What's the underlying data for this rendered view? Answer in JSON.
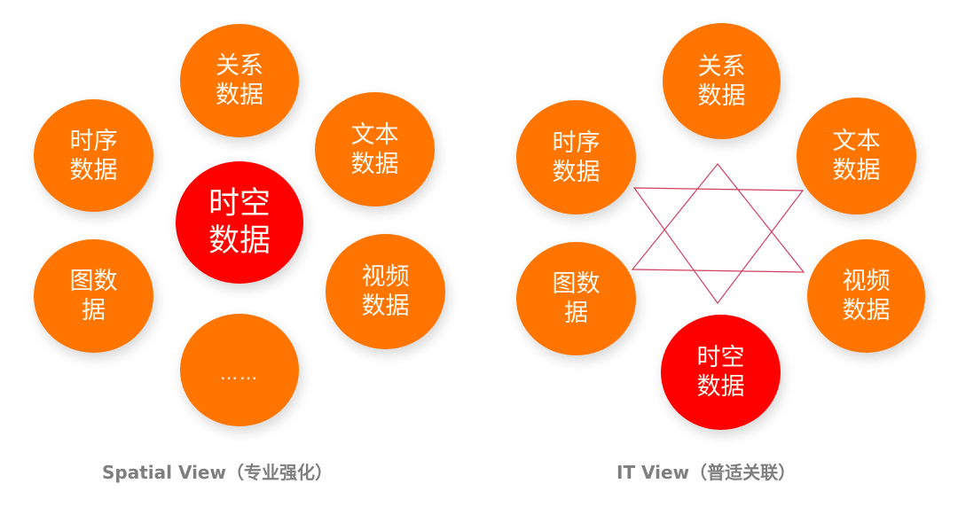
{
  "left_panel": {
    "caption": "Spatial View（专业强化）",
    "center_node": {
      "line1": "时空",
      "line2": "数据",
      "color": "#ff0000"
    },
    "nodes": [
      {
        "id": "relation",
        "line1": "关系",
        "line2": "数据",
        "color": "#ff7500"
      },
      {
        "id": "timeseries",
        "line1": "时序",
        "line2": "数据",
        "color": "#ff7500"
      },
      {
        "id": "text",
        "line1": "文本",
        "line2": "数据",
        "color": "#ff7500"
      },
      {
        "id": "graph",
        "line1": "图数",
        "line2": "据",
        "color": "#ff7500"
      },
      {
        "id": "video",
        "line1": "视频",
        "line2": "数据",
        "color": "#ff7500"
      },
      {
        "id": "more",
        "line1": "……",
        "color": "#ff7500"
      }
    ]
  },
  "right_panel": {
    "caption": "IT View（普适关联）",
    "connector": "hexagram",
    "connector_color": "#d04060",
    "nodes": [
      {
        "id": "relation",
        "line1": "关系",
        "line2": "数据",
        "color": "#ff7500"
      },
      {
        "id": "timeseries",
        "line1": "时序",
        "line2": "数据",
        "color": "#ff7500"
      },
      {
        "id": "text",
        "line1": "文本",
        "line2": "数据",
        "color": "#ff7500"
      },
      {
        "id": "graph",
        "line1": "图数",
        "line2": "据",
        "color": "#ff7500"
      },
      {
        "id": "video",
        "line1": "视频",
        "line2": "数据",
        "color": "#ff7500"
      },
      {
        "id": "spatiotemporal",
        "line1": "时空",
        "line2": "数据",
        "color": "#ff0000"
      }
    ]
  }
}
